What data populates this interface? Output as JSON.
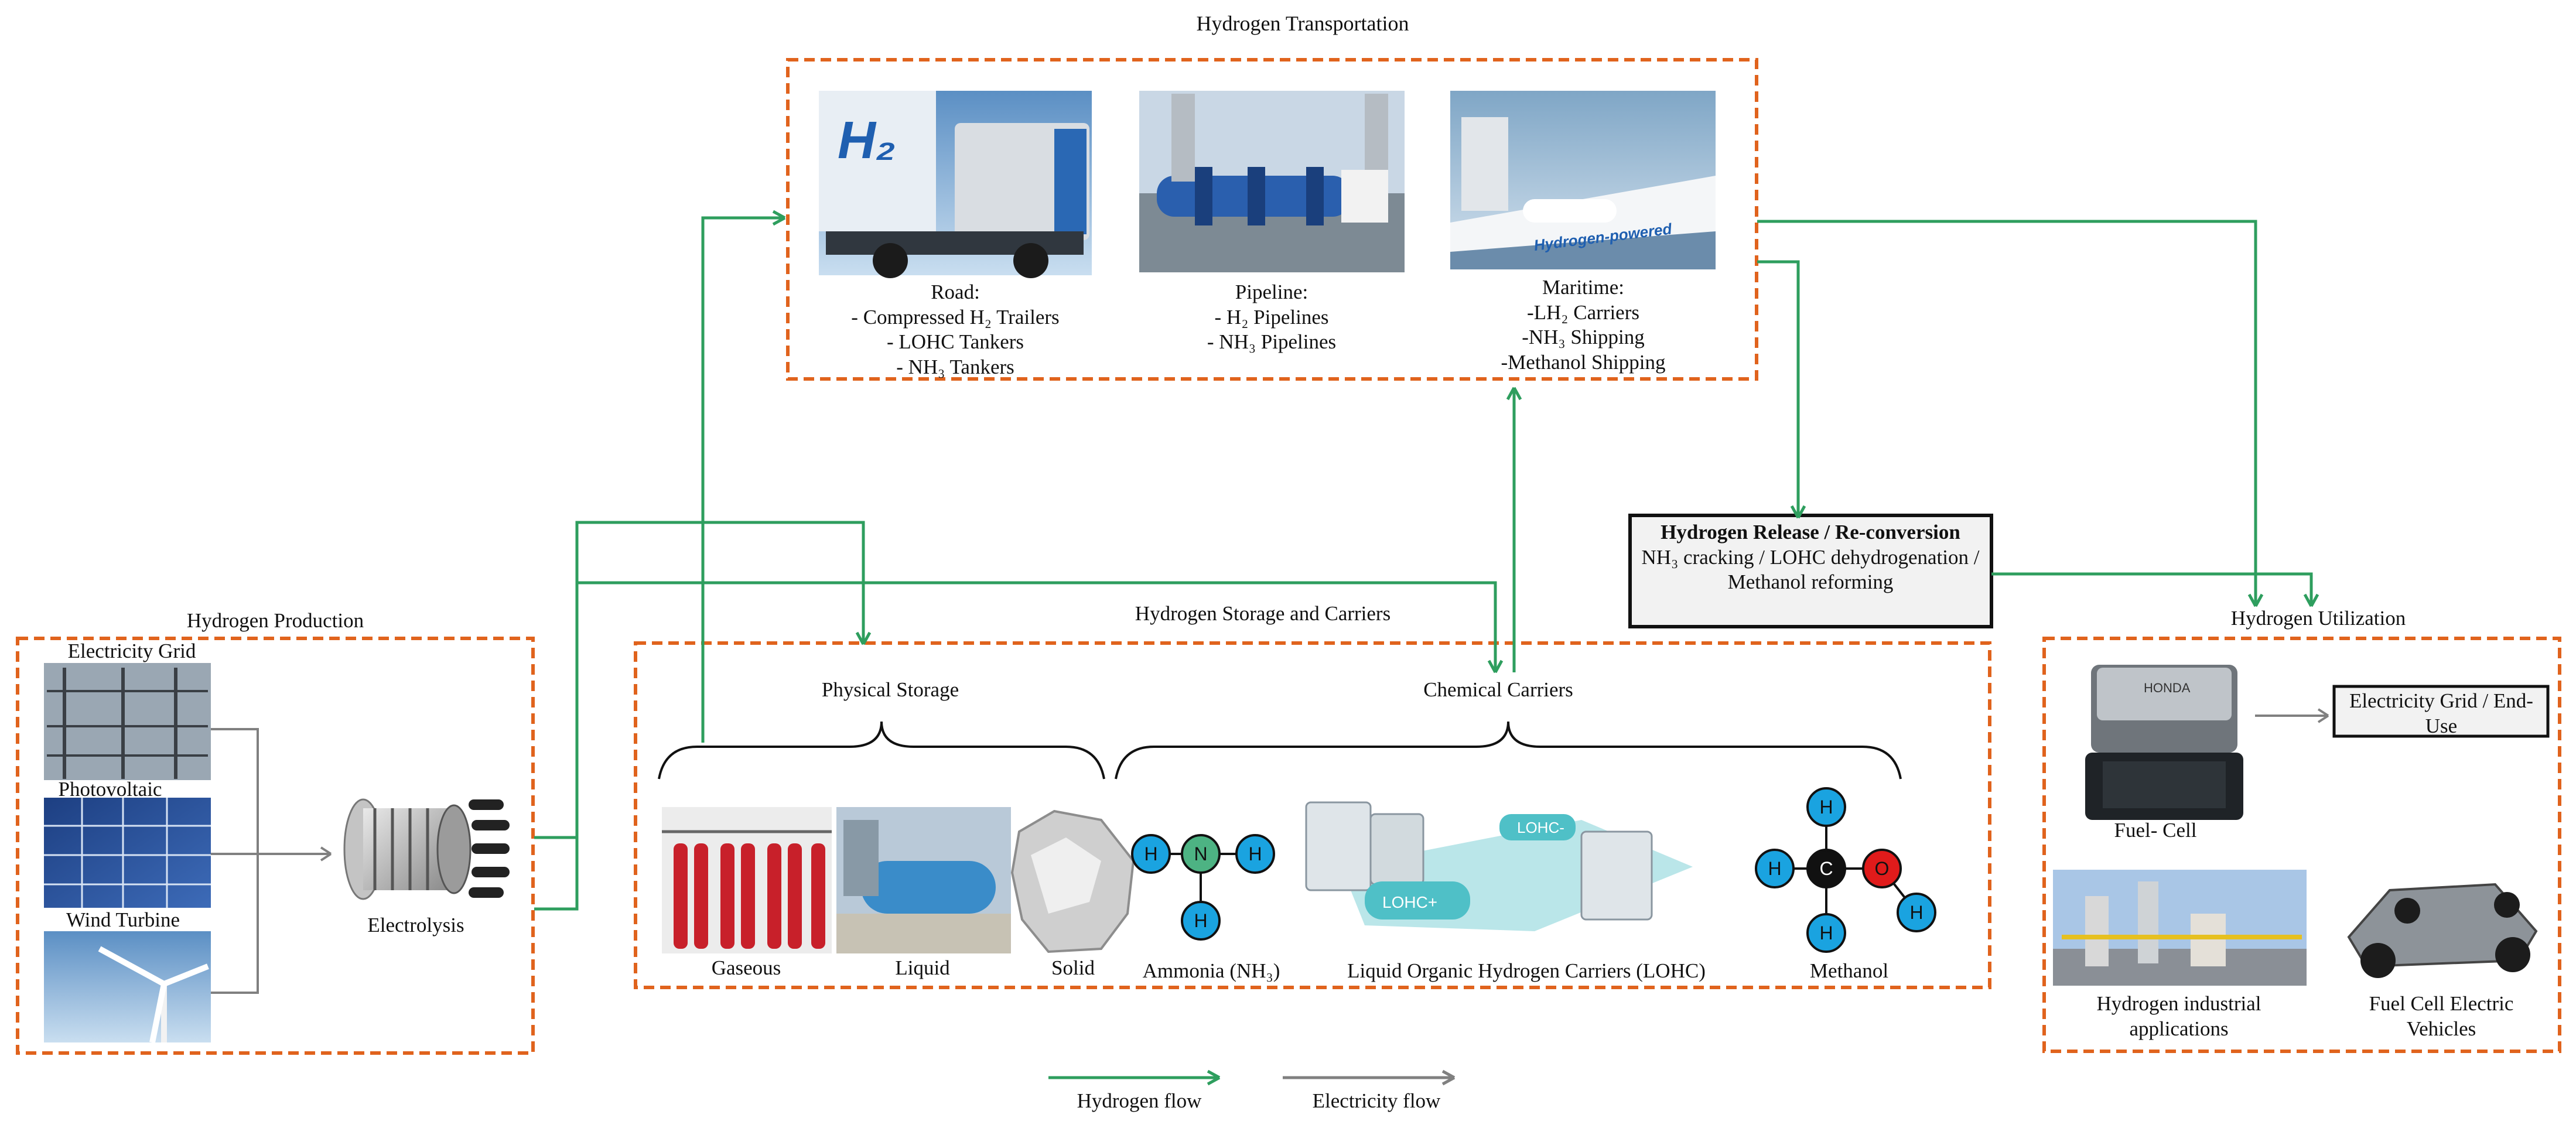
{
  "colors": {
    "hydrogen_flow": "#2e9e5e",
    "electricity_flow": "#808080",
    "section_border": "#e0631d",
    "box_fill": "#f2f2f2",
    "atom_hydrogen": "#1aa3e0",
    "atom_nitrogen": "#4db383",
    "atom_carbon": "#111111",
    "atom_oxygen": "#e01b1b"
  },
  "transport": {
    "title": "Hydrogen Transportation",
    "road": {
      "title": "Road:",
      "items": [
        "- Compressed H₂ Trailers",
        "- LOHC Tankers",
        "- NH₃ Tankers"
      ],
      "photo_text": "H₂"
    },
    "pipeline": {
      "title": "Pipeline:",
      "items": [
        "- H₂ Pipelines",
        "- NH₃ Pipelines"
      ]
    },
    "maritime": {
      "title": "Maritime:",
      "items": [
        "-LH₂ Carriers",
        "-NH₃ Shipping",
        "-Methanol Shipping"
      ],
      "photo_text": "Hydrogen-powered"
    }
  },
  "production": {
    "title": "Hydrogen Production",
    "sources": [
      "Electricity Grid",
      "Photovoltaic",
      "Wind Turbine"
    ],
    "electrolysis": "Electrolysis"
  },
  "storage": {
    "title": "Hydrogen Storage and Carriers",
    "physical": {
      "title": "Physical Storage",
      "items": [
        "Gaseous",
        "Liquid",
        "Solid"
      ]
    },
    "chemical": {
      "title": "Chemical Carriers",
      "items": [
        "Ammonia (NH₃)",
        "Liquid Organic Hydrogen Carriers (LOHC)",
        "Methanol"
      ],
      "lohc_tags": [
        "LOHC+",
        "LOHC-"
      ]
    }
  },
  "molecules": {
    "ammonia": {
      "center": "N",
      "atoms": [
        "H",
        "H",
        "H"
      ]
    },
    "methanol": {
      "center": "C",
      "atoms": [
        "H",
        "H",
        "H",
        "O",
        "H"
      ]
    }
  },
  "release": {
    "title": "Hydrogen Release / Re-conversion",
    "body": "NH₃ cracking / LOHC dehydrogenation / Methanol reforming"
  },
  "utilization": {
    "title": "Hydrogen Utilization",
    "fuel_cell": "Fuel- Cell",
    "grid_end_use": "Electricity Grid / End-Use",
    "industrial": "Hydrogen industrial applications",
    "vehicles": "Fuel Cell Electric Vehicles",
    "fuel_cell_brand": "HONDA"
  },
  "legend": {
    "hydrogen": "Hydrogen flow",
    "electricity": "Electricity flow"
  }
}
